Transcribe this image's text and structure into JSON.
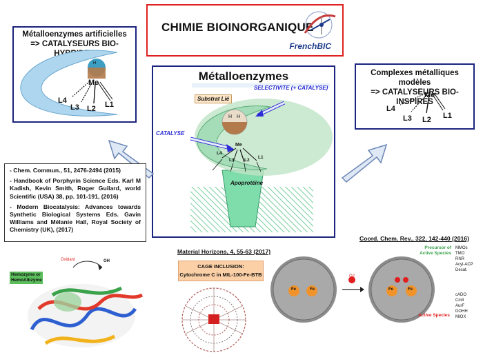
{
  "title": {
    "text": "CHIMIE BIOINORGANIQUE",
    "logo_text": "FrenchBIC"
  },
  "left_panel": {
    "title_line1": "Métalloenzymes artificielles",
    "title_line2": "=> CATALYSEURS BIO-HYBRIDES",
    "metal": "Me",
    "ligands": [
      "L4",
      "L3",
      "L2",
      "L1"
    ]
  },
  "center_panel": {
    "title": "Métalloenzymes",
    "substrate_label": "Substrat Lié",
    "selectivity_label": "SELECTIVITE (+ CATALYSE)",
    "catalysis_label": "CATALYSE",
    "metal": "Me",
    "ligands": [
      "L4",
      "L3",
      "L2",
      "L1"
    ],
    "protein_label": "Apoprotéine"
  },
  "right_panel": {
    "title_line1": "Complexes métalliques modèles",
    "title_line2": "=> CATALYSEURS BIO-INSPIRES",
    "metal": "Me",
    "ligands": [
      "L4",
      "L3",
      "L2",
      "L1"
    ]
  },
  "references_left": [
    "- Chem. Commun., 51, 2476-2494 (2015)",
    "- Handbook of Porphyrin Science Eds. Karl M Kadish, Kevin Smith, Roger Guilard, world Scientific (USA) 38, pp. 101-191, (2016)",
    "- Modern Biocatalysis: Advances towards Synthetic Biological Systems Eds. Gavin Williams and Mélanie Hall, Royal Society of Chemistry (UK), (2017)"
  ],
  "reference_center": "Material Horizons, 4, 55-63 (2017)",
  "cage_box": {
    "line1": "CAGE INCLUSION:",
    "line2": "Cytochrome C in MIL-100-Fe-BTB"
  },
  "reference_right": "Coord. Chem. Rev., 322, 142-440 (2016)",
  "protein_image": {
    "tag": "Hemozyme or HemoAlbzyme",
    "oxidant": "Oxidant",
    "oh": "OH"
  },
  "mechanism": {
    "precursor_label": "Precursor of Active Species",
    "precursor_list": [
      "MMOs",
      "TMO",
      "RNR",
      "Acyl-ACP Desat."
    ],
    "active_label": "Active Species",
    "active_list": [
      "cADO",
      "Cmll",
      "AurF",
      "DOHH",
      "MIOX"
    ],
    "fe": "Fe",
    "o2": "O2"
  },
  "colors": {
    "title_border": "#e02020",
    "panel_border": "#1a237e",
    "enzyme_blue": "#aed6ee",
    "enzyme_green": "#bfe4c6",
    "protein_green": "#7fdcab",
    "substrate_brown": "#b27a4a",
    "arrow_fill": "#dfe8f5",
    "arrow_stroke": "#6b86b5",
    "cage_box": "#fbd0a6",
    "label_blue": "#2b2bd6",
    "precursor_green": "#3aa24a",
    "active_red": "#e02020"
  }
}
